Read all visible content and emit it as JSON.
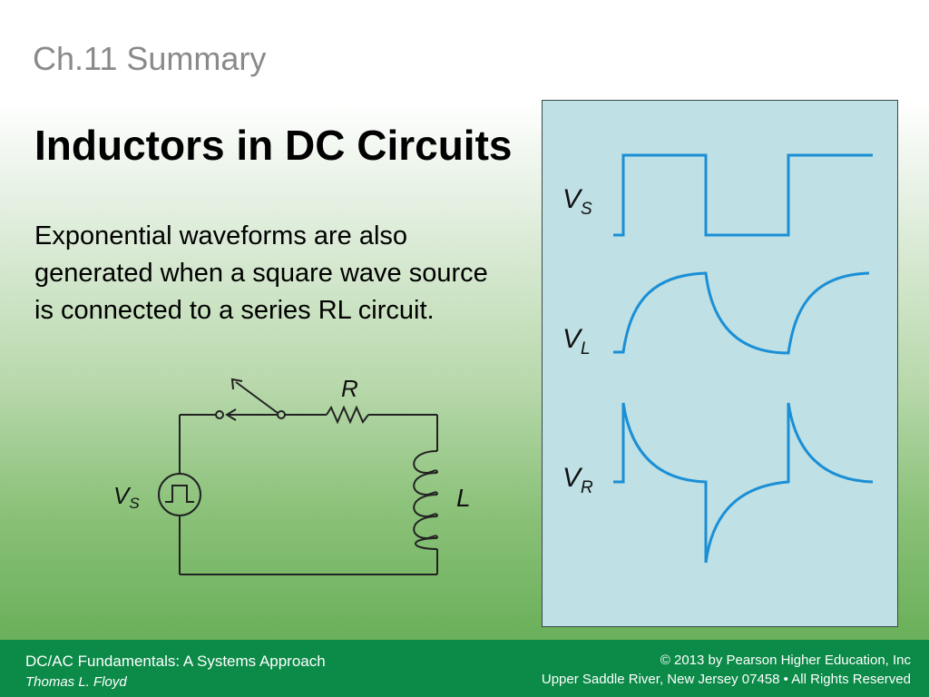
{
  "slide": {
    "chapter": "Ch.11 Summary",
    "title": "Inductors in DC Circuits",
    "body": "Exponential waveforms are also generated when a square wave source is connected to a series RL circuit."
  },
  "circuit": {
    "source_label": "V",
    "source_sub": "S",
    "resistor_label": "R",
    "inductor_label": "L"
  },
  "waveforms": {
    "vs_label": "V",
    "vs_sub": "S",
    "vl_label": "V",
    "vl_sub": "L",
    "vr_label": "V",
    "vr_sub": "R",
    "line_color": "#1a8fd6",
    "panel_color": "#bfe0e4"
  },
  "footer": {
    "book": "DC/AC Fundamentals:  A Systems Approach",
    "author": "Thomas L. Floyd",
    "copyright": "© 2013 by Pearson Higher Education, Inc",
    "address": "Upper Saddle River, New Jersey 07458 • All Rights Reserved"
  }
}
